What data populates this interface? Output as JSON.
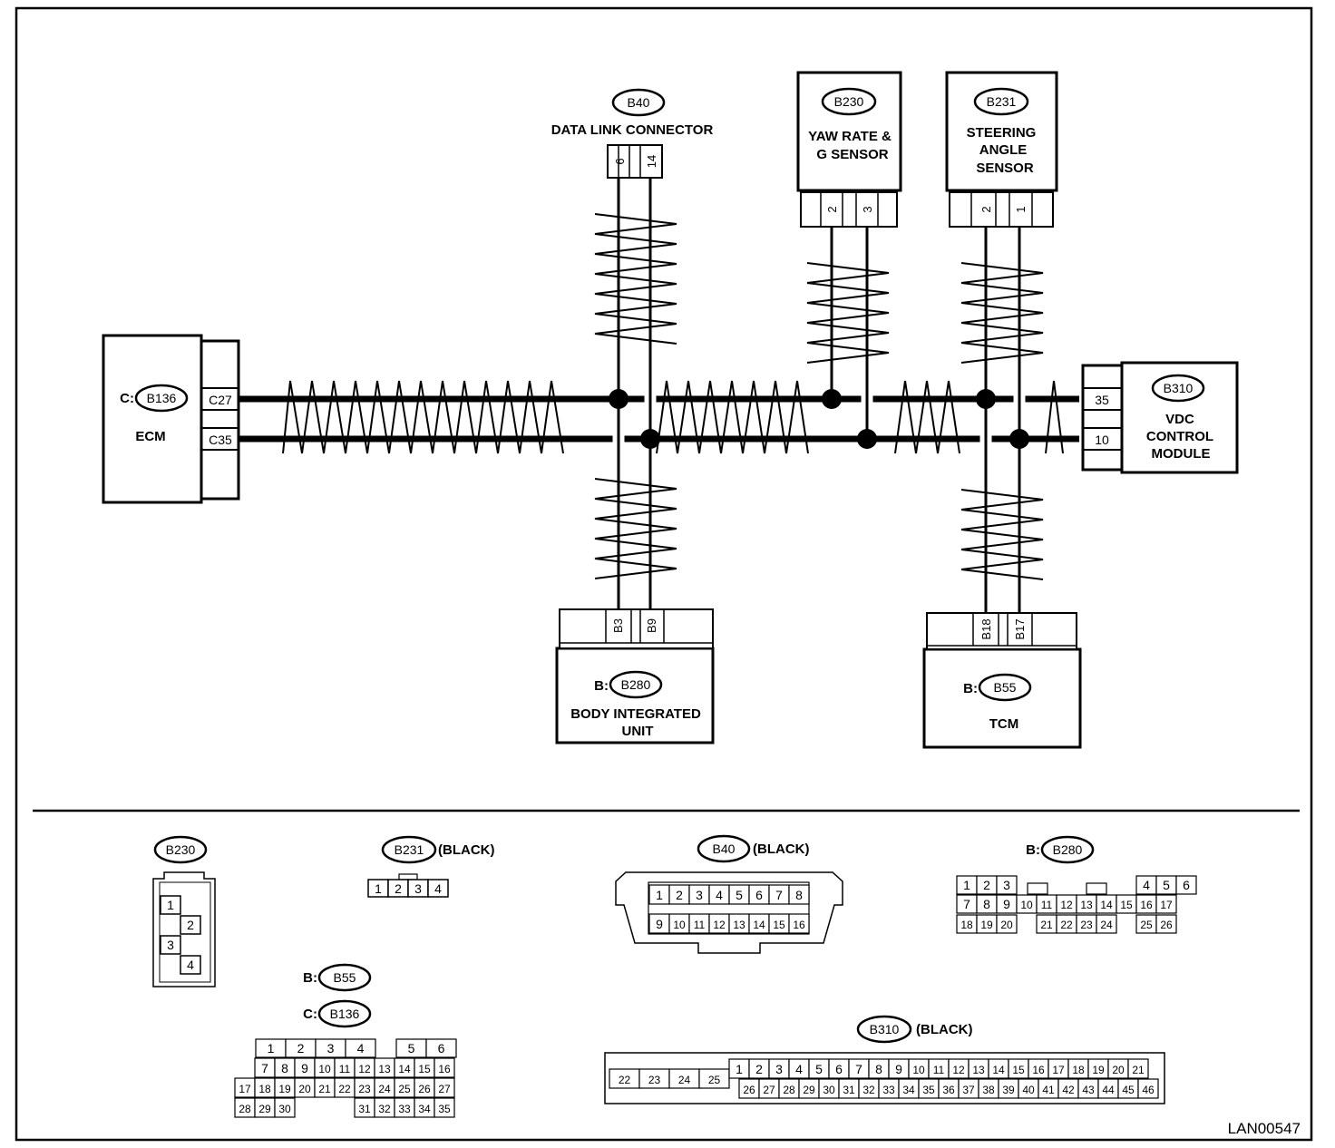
{
  "units": {
    "ecm": {
      "conn_prefix": "C:",
      "conn_id": "B136",
      "name": "ECM",
      "pins": [
        "C27",
        "C35"
      ]
    },
    "dlc": {
      "conn_id": "B40",
      "name": "DATA LINK CONNECTOR",
      "pins": [
        "6",
        "14"
      ]
    },
    "yaw": {
      "conn_id": "B230",
      "name_l1": "YAW RATE &",
      "name_l2": "G SENSOR",
      "pins": [
        "2",
        "3"
      ]
    },
    "steer": {
      "conn_id": "B231",
      "name_l1": "STEERING",
      "name_l2": "ANGLE",
      "name_l3": "SENSOR",
      "pins": [
        "2",
        "1"
      ]
    },
    "vdc": {
      "conn_id": "B310",
      "name_l1": "VDC",
      "name_l2": "CONTROL",
      "name_l3": "MODULE",
      "pins": [
        "35",
        "10"
      ]
    },
    "biu": {
      "conn_prefix": "B:",
      "conn_id": "B280",
      "name_l1": "BODY INTEGRATED",
      "name_l2": "UNIT",
      "pins": [
        "B3",
        "B9"
      ]
    },
    "tcm": {
      "conn_prefix": "B:",
      "conn_id": "B55",
      "name": "TCM",
      "pins": [
        "B18",
        "B17"
      ]
    }
  },
  "connectors": {
    "b230": {
      "id": "B230",
      "pins": [
        "1",
        "2",
        "3",
        "4"
      ]
    },
    "b231": {
      "id": "B231",
      "color": "(BLACK)",
      "pins": [
        "1",
        "2",
        "3",
        "4"
      ]
    },
    "b40": {
      "id": "B40",
      "color": "(BLACK)",
      "row1": [
        "1",
        "2",
        "3",
        "4",
        "5",
        "6",
        "7",
        "8"
      ],
      "row2": [
        "9",
        "10",
        "11",
        "12",
        "13",
        "14",
        "15",
        "16"
      ]
    },
    "b280": {
      "prefix": "B:",
      "id": "B280",
      "row1": [
        "1",
        "2",
        "3",
        "",
        "",
        "",
        "",
        "",
        "",
        "4",
        "5",
        "6"
      ],
      "row2": [
        "7",
        "8",
        "9",
        "10",
        "11",
        "12",
        "13",
        "14",
        "15",
        "16",
        "17"
      ],
      "row3": [
        "18",
        "19",
        "20",
        "",
        "21",
        "22",
        "23",
        "24",
        "",
        "25",
        "26"
      ]
    },
    "b55": {
      "prefix": "B:",
      "id": "B55"
    },
    "b136": {
      "prefix": "C:",
      "id": "B136",
      "row1": [
        "1",
        "2",
        "3",
        "4",
        "5",
        "6"
      ],
      "row2": [
        "7",
        "8",
        "9",
        "10",
        "11",
        "12",
        "13",
        "14",
        "15",
        "16"
      ],
      "row3": [
        "17",
        "18",
        "19",
        "20",
        "21",
        "22",
        "23",
        "24",
        "25",
        "26",
        "27"
      ],
      "row4": [
        "28",
        "29",
        "30",
        "31",
        "32",
        "33",
        "34",
        "35"
      ]
    },
    "b310": {
      "id": "B310",
      "color": "(BLACK)",
      "left": [
        "22",
        "23",
        "24",
        "25"
      ],
      "row1": [
        "1",
        "2",
        "3",
        "4",
        "5",
        "6",
        "7",
        "8",
        "9",
        "10",
        "11",
        "12",
        "13",
        "14",
        "15",
        "16",
        "17",
        "18",
        "19",
        "20",
        "21"
      ],
      "row2": [
        "26",
        "27",
        "28",
        "29",
        "30",
        "31",
        "32",
        "33",
        "34",
        "35",
        "36",
        "37",
        "38",
        "39",
        "40",
        "41",
        "42",
        "43",
        "44",
        "45",
        "46"
      ]
    }
  },
  "footer": {
    "code": "LAN00547"
  }
}
